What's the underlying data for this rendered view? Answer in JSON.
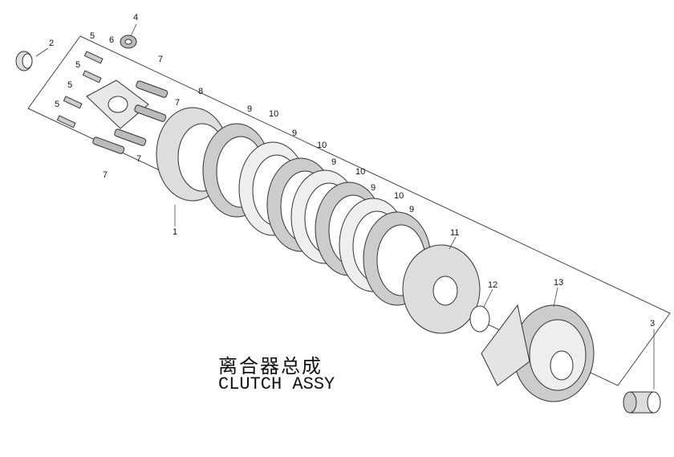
{
  "title": {
    "chinese": "离合器总成",
    "english": "CLUTCH ASSY"
  },
  "part_labels": {
    "p1": "1",
    "p2": "2",
    "p3": "3",
    "p4": "4",
    "p5a": "5",
    "p5b": "5",
    "p5c": "5",
    "p5d": "5",
    "p6": "6",
    "p7a": "7",
    "p7b": "7",
    "p7c": "7",
    "p7d": "7",
    "p8": "8",
    "p9a": "9",
    "p9b": "9",
    "p9c": "9",
    "p9d": "9",
    "p9e": "9",
    "p10a": "10",
    "p10b": "10",
    "p10c": "10",
    "p10d": "10",
    "p11": "11",
    "p12": "12",
    "p13": "13"
  }
}
